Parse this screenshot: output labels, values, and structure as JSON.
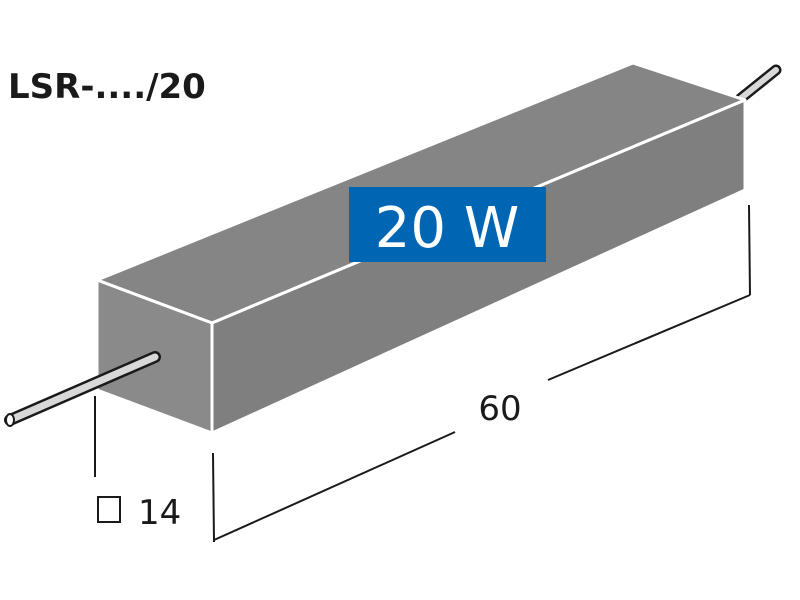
{
  "title": "LSR-..../20",
  "power_label": "20 W",
  "dimensions": {
    "length": "60",
    "cross_section_symbol": "□",
    "cross_section": "14"
  },
  "colors": {
    "body": "#838383",
    "label_bg": "#0066b3",
    "label_text": "#ffffff",
    "lines": "#1a1a1a"
  }
}
